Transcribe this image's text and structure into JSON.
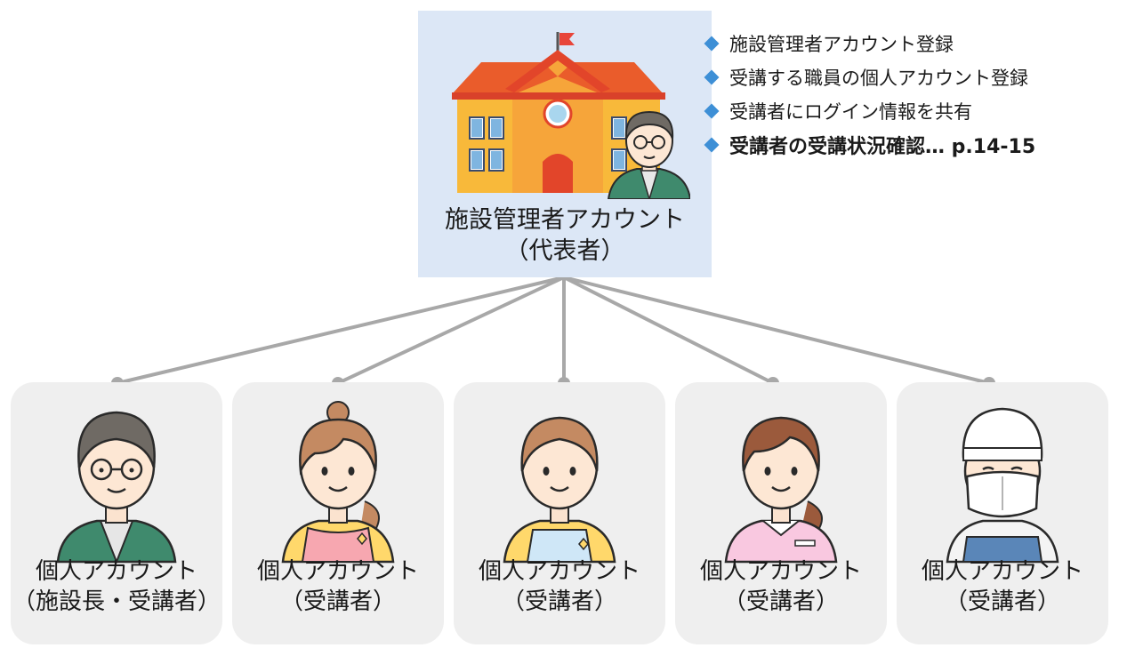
{
  "admin": {
    "title": "施設管理者アカウント",
    "subtitle": "（代表者）"
  },
  "tasks": [
    {
      "text": "施設管理者アカウント登録",
      "bold": false
    },
    {
      "text": "受講する職員の個人アカウント登録",
      "bold": false
    },
    {
      "text": "受講者にログイン情報を共有",
      "bold": false
    },
    {
      "text": "受講者の受講状況確認… p.14-15",
      "bold": true
    }
  ],
  "accounts": [
    {
      "title": "個人アカウント",
      "role": "（施設長・受講者）",
      "figure": "director-avatar"
    },
    {
      "title": "個人アカウント",
      "role": "（受講者）",
      "figure": "nursery-teacher-avatar"
    },
    {
      "title": "個人アカウント",
      "role": "（受講者）",
      "figure": "childcare-worker-avatar"
    },
    {
      "title": "個人アカウント",
      "role": "（受講者）",
      "figure": "nurse-avatar"
    },
    {
      "title": "個人アカウント",
      "role": "（受講者）",
      "figure": "cook-avatar"
    }
  ],
  "colors": {
    "admin_box": "#dce7f6",
    "card": "#efefef",
    "bullet": "#3d8fd6",
    "connector": "#a8a8a8"
  }
}
